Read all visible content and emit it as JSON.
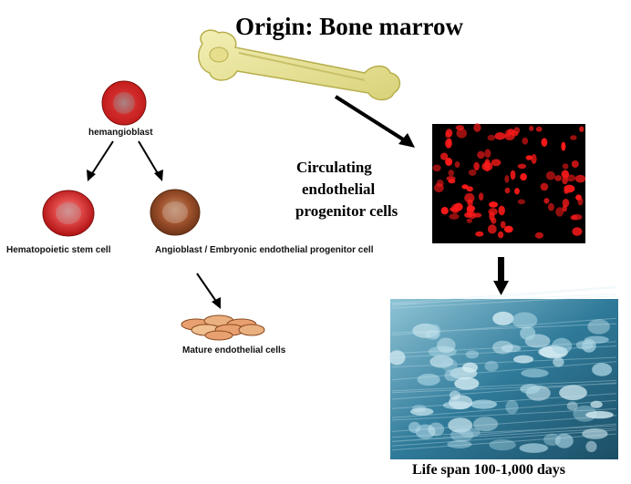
{
  "title": "Origin:  Bone marrow",
  "labels": {
    "hemangioblast": "hemangioblast",
    "hsc": "Hematopoietic stem cell",
    "angioblast": "Angioblast / Embryonic endothelial progenitor cell",
    "mature": "Mature endothelial cells",
    "cepc_line1": "Circulating",
    "cepc_line2": "endothelial",
    "cepc_line3": "progenitor cells",
    "lifespan": "Life span 100-1,000 days"
  },
  "colors": {
    "red_cell": "#e02020",
    "brown_cell": "#a0522d",
    "fluor_bg": "#000000",
    "fluor_spot": "#ff1a1a",
    "bone": "#e8e49a",
    "sem_blue": "#3f8fae"
  }
}
